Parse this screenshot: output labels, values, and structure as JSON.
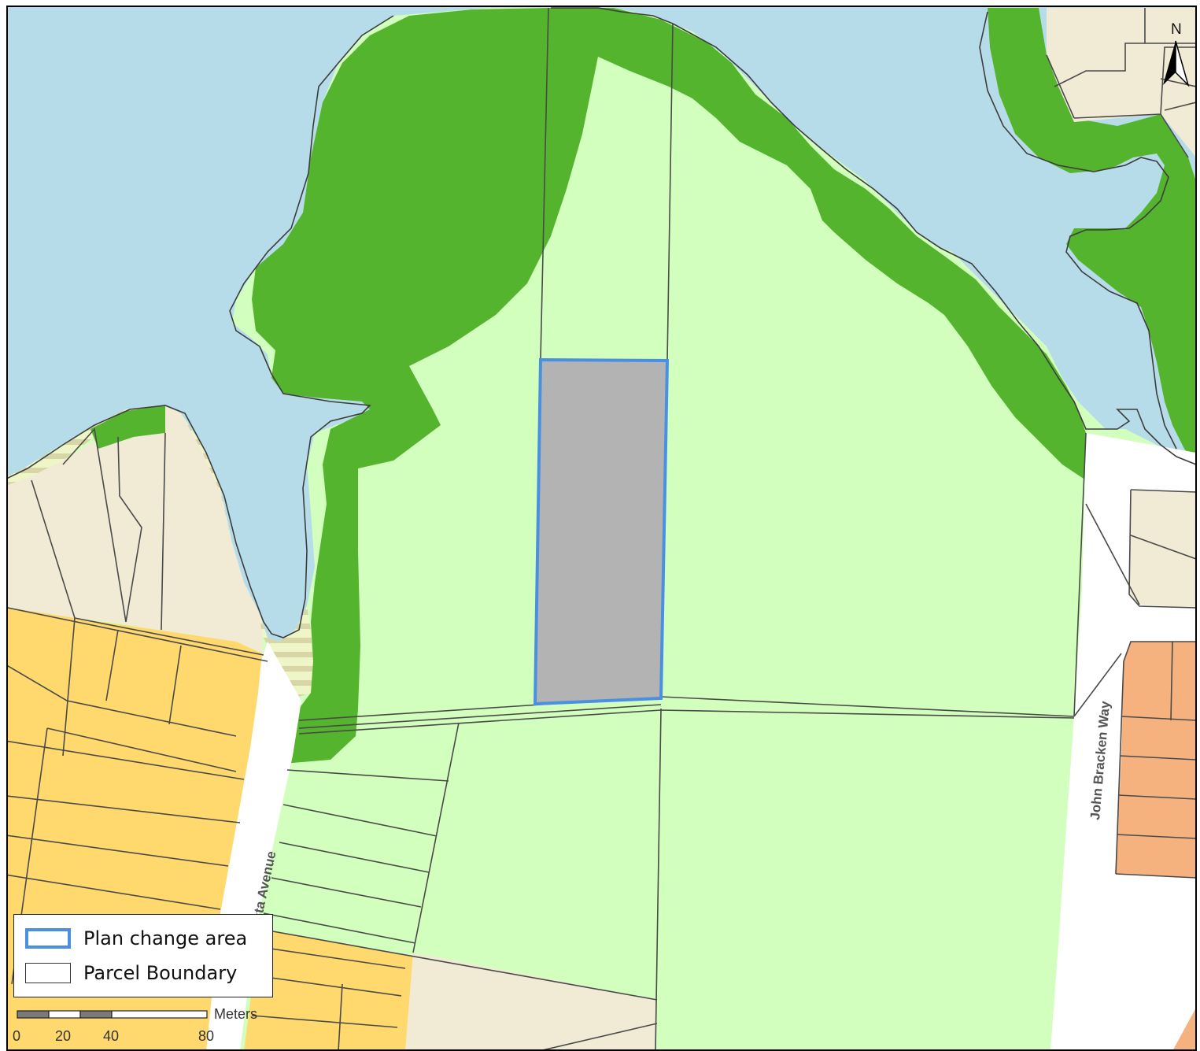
{
  "map": {
    "roads": [
      {
        "id": "vista-avenue",
        "label": "sta Avenue"
      },
      {
        "id": "john-bracken-way",
        "label": "John Bracken Way"
      }
    ],
    "north_arrow": {
      "label": "N"
    },
    "legend": {
      "items": [
        {
          "label": "Plan change area",
          "swatch_stroke": "#4a90e2",
          "swatch_fill": "#ffffff"
        },
        {
          "label": "Parcel Boundary",
          "swatch_stroke": "#333333",
          "swatch_fill": "#ffffff"
        }
      ]
    },
    "scale_bar": {
      "unit": "Meters",
      "ticks": [
        "0",
        "20",
        "40",
        "80"
      ]
    },
    "colors": {
      "water": "#b7dce9",
      "reserve_dark_green": "#55b42d",
      "open_space_light_green": "#d2ffbe",
      "residential_beige": "#f1ead5",
      "residential_yellow": "#ffd96e",
      "residential_orange": "#f5b27f",
      "road": "#ffffff",
      "plan_change_area_fill": "#b3b3b3",
      "plan_change_area_outline": "#4a90e2"
    }
  }
}
